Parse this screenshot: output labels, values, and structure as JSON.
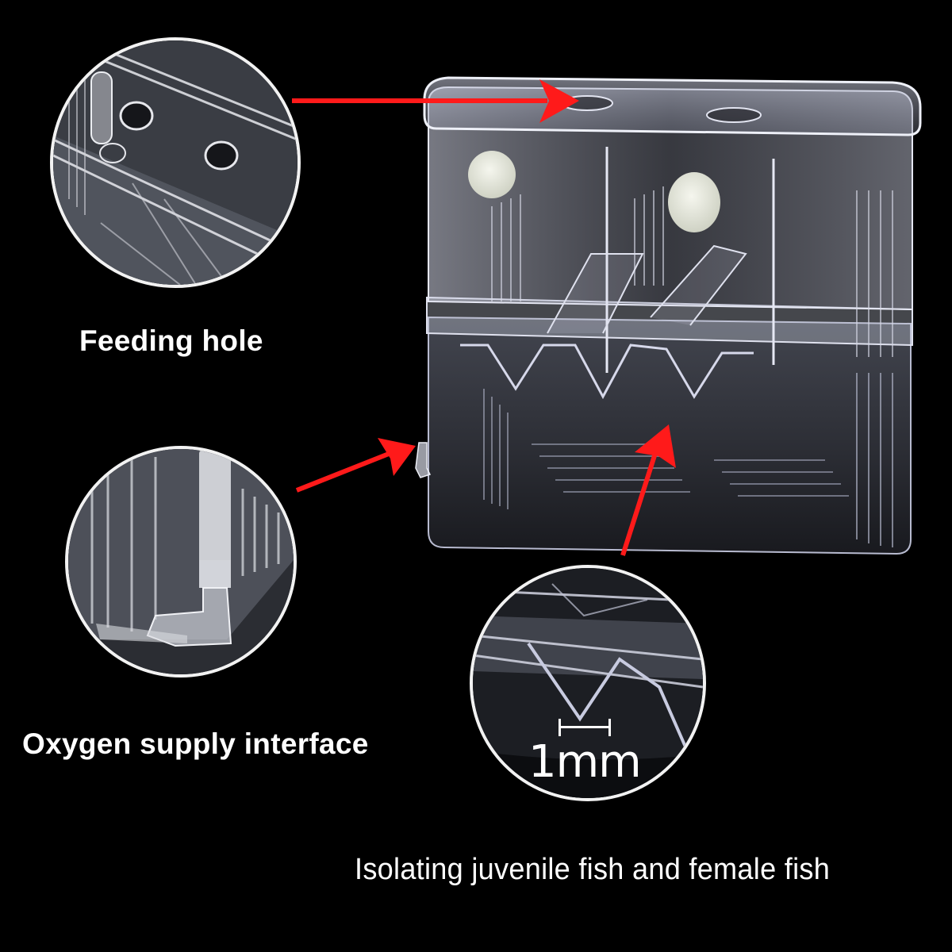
{
  "image": {
    "background_color": "#000000",
    "accent_arrow_color": "#ff1a1a",
    "label_color": "#ffffff",
    "subject": "transparent acrylic fish breeding isolation box"
  },
  "callouts": [
    {
      "id": "feeding-hole",
      "label": "Feeding hole",
      "detail_view": "top lid with two round feeding holes"
    },
    {
      "id": "oxygen-supply",
      "label": "Oxygen supply interface",
      "detail_view": "L-shaped air tube connector at base of box"
    },
    {
      "id": "isolation-grid",
      "label": "Isolating juvenile fish and female fish",
      "detail_view": "V-shaped bottom slots",
      "measurement": "1mm"
    }
  ]
}
